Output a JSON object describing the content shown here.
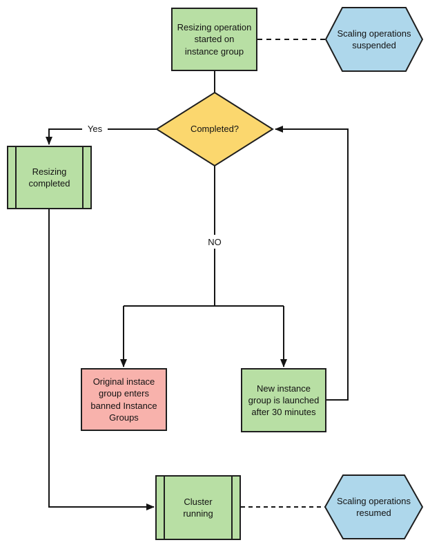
{
  "diagram": {
    "type": "flowchart",
    "background": "#ffffff",
    "palette": {
      "process_green": "#b8dfa4",
      "decision_yellow": "#fbd76e",
      "hexagon_blue": "#aed7eb",
      "alert_pink": "#f8b2ac",
      "shape_stroke": "#1e1e1e",
      "connector": "#141414",
      "text": "#121212"
    },
    "nodes": {
      "start": {
        "type": "process",
        "label": "Resizing operation\nstarted on\ninstance group"
      },
      "suspended": {
        "type": "hexagon",
        "label": "Scaling operations\nsuspended"
      },
      "decision": {
        "type": "decision",
        "label": "Completed?"
      },
      "resizing_completed": {
        "type": "subroutine",
        "label": "Resizing\ncompleted"
      },
      "banned": {
        "type": "process",
        "label": "Original instace\ngroup enters\nbanned Instance\nGroups"
      },
      "new_group": {
        "type": "process",
        "label": "New instance\ngroup is launched\nafter 30 minutes"
      },
      "cluster_running": {
        "type": "subroutine",
        "label": "Cluster\nrunning"
      },
      "resumed": {
        "type": "hexagon",
        "label": "Scaling operations\nresumed"
      }
    },
    "edge_labels": {
      "yes": "Yes",
      "no": "NO"
    }
  }
}
